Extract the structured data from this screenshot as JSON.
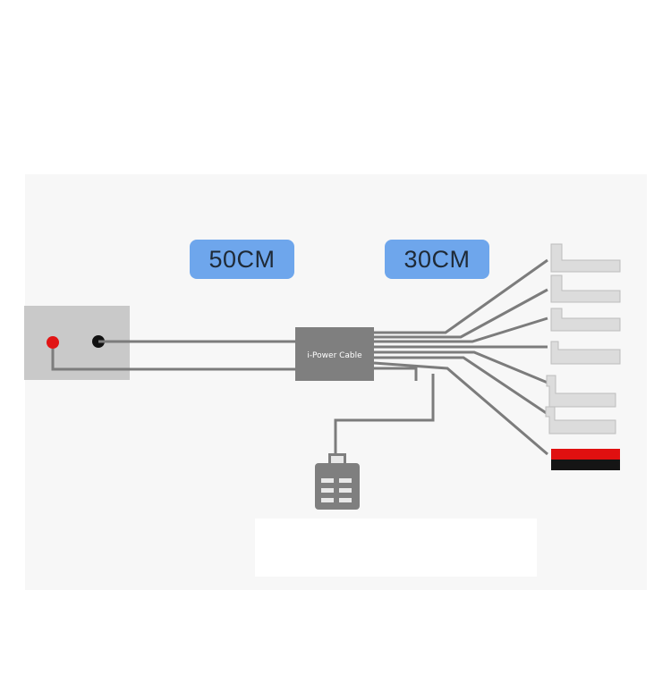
{
  "labels": {
    "left_length": "50CM",
    "right_length": "30CM",
    "device_label": "i-Power Cable"
  },
  "colors": {
    "pill": "#6ea6ec",
    "cable": "#7c7c7c",
    "device": "#7f7f7f",
    "battery_box": "#c9c9c9",
    "terminal_positive": "#e11414",
    "terminal_negative": "#111111",
    "connector": "#dcdcdc",
    "connector_red": "#e01010",
    "connector_black": "#151515"
  },
  "icons": {
    "power_source": "battery-box-icon",
    "phone_connectors": "flex-connector-icon",
    "power_plug": "keypad-plug-icon"
  }
}
